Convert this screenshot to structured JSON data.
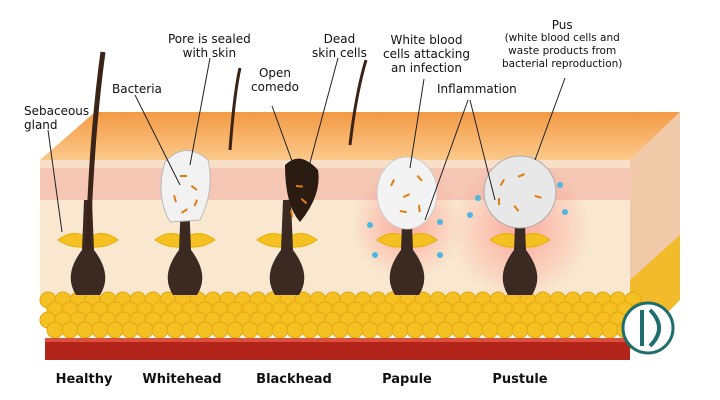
{
  "title_labels": {
    "sebaceous_gland": [
      "Sebaceous",
      "gland"
    ],
    "bacteria": "Bacteria",
    "pore_sealed": [
      "Pore is sealed",
      "with skin"
    ],
    "open_comedo": [
      "Open",
      "comedo"
    ],
    "dead_skin": [
      "Dead",
      "skin cells"
    ],
    "white_blood": [
      "White blood",
      "cells attacking",
      "an infection"
    ],
    "inflammation": "Inflammation",
    "pus": [
      "Pus",
      "(white blood cells and",
      "waste products from",
      "bacterial reproduction)"
    ]
  },
  "stages": [
    "Healthy",
    "Whitehead",
    "Blackhead",
    "Papule",
    "Pustule"
  ],
  "colors": {
    "skin_top": "#f7a95a",
    "epidermis": "#f5c6b4",
    "dermis": "#f9e7cf",
    "fat": "#f5c022",
    "muscle": "#b3241b",
    "hair": "#3a2418",
    "logo": "#1e6e6e"
  }
}
